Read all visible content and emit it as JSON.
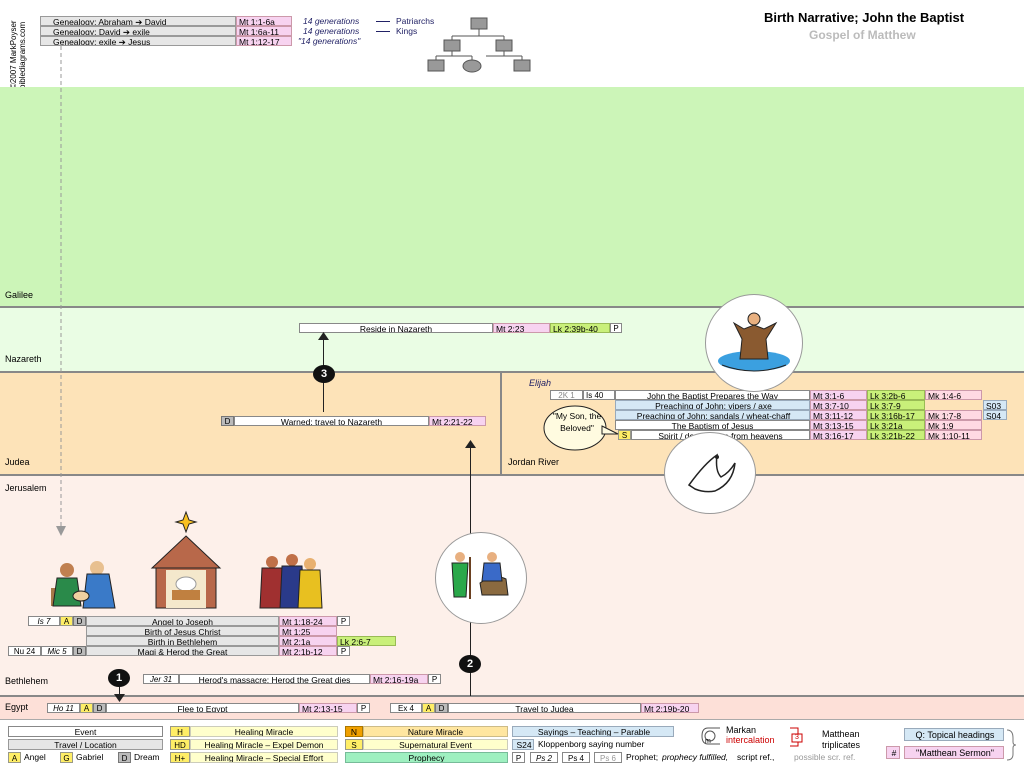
{
  "header": {
    "title": "Birth Narrative; John the Baptist",
    "subtitle": "Gospel of Matthew",
    "copyright": "©2007 MarkPoyser",
    "site": "biblediagrams.com"
  },
  "genealogy": {
    "rows": [
      {
        "label": "Genealogy: Abraham ➔ David",
        "ref": "Mt 1:1-6a",
        "note": "14 generations",
        "group": "Patriarchs"
      },
      {
        "label": "Genealogy: David ➔ exile",
        "ref": "Mt 1:6a-11",
        "note": "14 generations",
        "group": "Kings"
      },
      {
        "label": "Genealogy: exile ➔ Jesus",
        "ref": "Mt 1:12-17",
        "note": "\"14 generations\"",
        "group": ""
      }
    ]
  },
  "regions": {
    "galilee": "Galilee",
    "nazareth": "Nazareth",
    "judea": "Judea",
    "jordan": "Jordan River",
    "jerusalem": "Jerusalem",
    "bethlehem": "Bethlehem",
    "egypt": "Egypt"
  },
  "badges": {
    "b1": "1",
    "b2": "2",
    "b3": "3"
  },
  "nazareth": {
    "event": "Reside in Nazareth",
    "ref": "Mt 2:23",
    "lk": "Lk 2:39b-40",
    "p": "P"
  },
  "warned": {
    "tag": "D",
    "event": "Warned; travel to Nazareth",
    "ref": "Mt 2:21-22"
  },
  "jordan": {
    "elijah": "Elijah",
    "rows": [
      {
        "pre1": "2K 1",
        "pre2": "Is 40",
        "event": "John the Baptist Prepares the Way",
        "mt": "Mt 3:1-6",
        "lk": "Lk 3:2b-6",
        "mk": "Mk 1:4-6",
        "q": ""
      },
      {
        "pre1": "",
        "pre2": "",
        "event": "Preaching of John: vipers / axe",
        "mt": "Mt 3:7-10",
        "lk": "Lk 3:7-9",
        "mk": "",
        "q": "S03"
      },
      {
        "pre1": "",
        "pre2": "",
        "event": "Preaching of John: sandals / wheat-chaff",
        "mt": "Mt 3:11-12",
        "lk": "Lk 3:16b-17",
        "mk": "Mk 1:7-8",
        "q": "S04"
      },
      {
        "pre1": "",
        "pre2": "",
        "event": "The Baptism of Jesus",
        "mt": "Mt 3:13-15",
        "lk": "Lk 3:21a",
        "mk": "Mk 1:9",
        "q": ""
      },
      {
        "pre1": "S",
        "pre2": "",
        "event": "Spirit / dove; Voice from heavens",
        "mt": "Mt 3:16-17",
        "lk": "Lk 3:21b-22",
        "mk": "Mk 1:10-11",
        "q": ""
      }
    ],
    "bubble": "\"My Son, the Beloved\""
  },
  "bethlehem_events": [
    {
      "pre": "Is 7",
      "tags": [
        "A",
        "D"
      ],
      "event": "Angel to Joseph",
      "ref": "Mt 1:18-24",
      "lk": "",
      "p": "P"
    },
    {
      "pre": "",
      "tags": [],
      "event": "Birth of Jesus Christ",
      "ref": "Mt 1:25",
      "lk": "",
      "p": ""
    },
    {
      "pre": "",
      "tags": [],
      "event": "Birth in Bethlehem",
      "ref": "Mt 2:1a",
      "lk": "Lk 2:6-7",
      "p": ""
    },
    {
      "pre": "Nu 24",
      "pre2": "Mic 5",
      "tags": [
        "D"
      ],
      "event": "Magi & Herod the Great",
      "ref": "Mt 2:1b-12",
      "lk": "",
      "p": "P"
    }
  ],
  "massacre": {
    "pre": "Jer 31",
    "event": "Herod's massacre; Herod the Great dies",
    "ref": "Mt 2:16-19a",
    "p": "P"
  },
  "egypt": {
    "flee": {
      "pre": "Ho 11",
      "tags": [
        "A",
        "D"
      ],
      "event": "Flee to Egypt",
      "ref": "Mt 2:13-15",
      "p": "P"
    },
    "travel": {
      "pre": "Ex 4",
      "tags": [
        "A",
        "D"
      ],
      "event": "Travel to Judea",
      "ref": "Mt 2:19b-20"
    }
  },
  "legend": {
    "event": "Event",
    "travel": "Travel / Location",
    "angel_tag": "A",
    "angel": "Angel",
    "gabriel_tag": "G",
    "gabriel": "Gabriel",
    "dream_tag": "D",
    "dream": "Dream",
    "h_tag": "H",
    "h": "Healing Miracle",
    "hd_tag": "HD",
    "hd": "Healing Miracle – Expel Demon",
    "hp_tag": "H+",
    "hp": "Healing Miracle – Special Effort",
    "n_tag": "N",
    "n": "Nature Miracle",
    "s_tag": "S",
    "s": "Supernatural Event",
    "prophecy": "Prophecy",
    "sayings": "Sayings – Teaching – Parable",
    "s24_tag": "S24",
    "s24": "Kloppenborg saying number",
    "p_tag": "P",
    "ps2": "Ps 2",
    "ps4": "Ps 4",
    "ps6": "Ps 6",
    "prophet1": "Prophet;",
    "prophet2": "prophecy fulfilled,",
    "prophet3": "script ref.,",
    "prophet4": "possible scr. ref.",
    "markan1": "Markan",
    "markan2": "intercalation",
    "m_tag": "m",
    "matthean_num": "3",
    "matthean1": "Matthean",
    "matthean2": "triplicates",
    "topical": "Q: Topical headings",
    "sermon_tag": "#",
    "sermon": "\"Matthean Sermon\""
  },
  "colors": {
    "galilee": "#ccf5b8",
    "nazareth": "#eafde4",
    "judea": "#fde3b8",
    "jerusalem": "#fde8e0",
    "egypt": "#fde0d8"
  }
}
